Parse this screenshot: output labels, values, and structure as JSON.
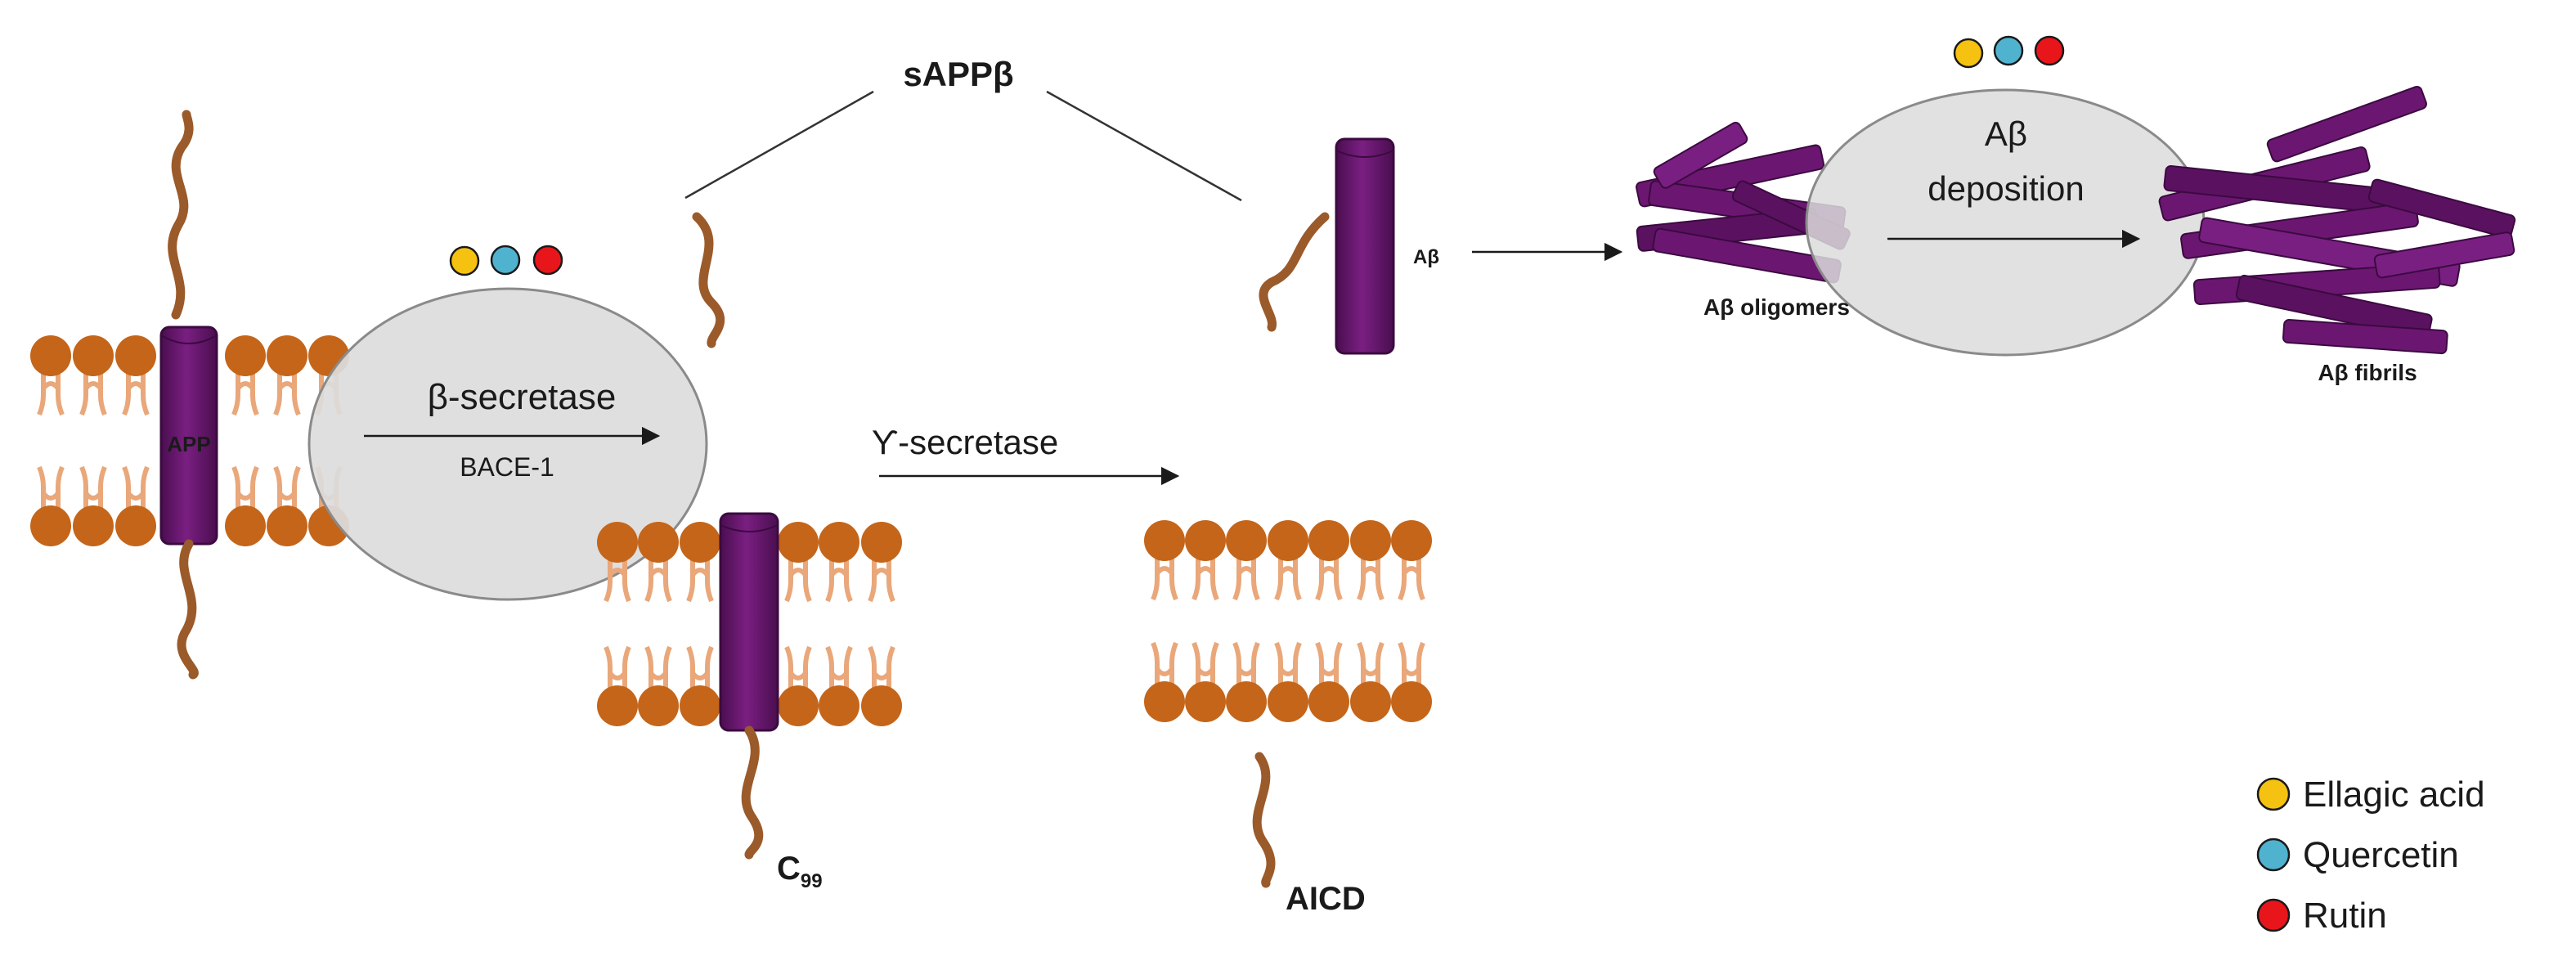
{
  "labels": {
    "sappb": "sAPPβ",
    "beta_secretase": "β-secretase",
    "bace1": "BACE-1",
    "gamma_secretase": "ϒ-secretase",
    "app": "APP",
    "abeta": "Aβ",
    "abeta_deposition_line1": "Aβ",
    "abeta_deposition_line2": "deposition",
    "abeta_oligomers": "Aβ oligomers",
    "abeta_fibrils": "Aβ fibrils",
    "c99_main": "C",
    "c99_sub": "99",
    "aicd": "AICD"
  },
  "legend": [
    {
      "label": "Ellagic acid",
      "color": "#f5c211"
    },
    {
      "label": "Quercetin",
      "color": "#4fb3d0"
    },
    {
      "label": "Rutin",
      "color": "#e8161b"
    }
  ],
  "colors": {
    "lipid_head": "#c4651a",
    "lipid_tail": "#e9a77a",
    "protein": "#6b1771",
    "protein_dark": "#4a0e4f",
    "enzyme": "#dcdcdc",
    "strand": "#9b5a2a"
  }
}
